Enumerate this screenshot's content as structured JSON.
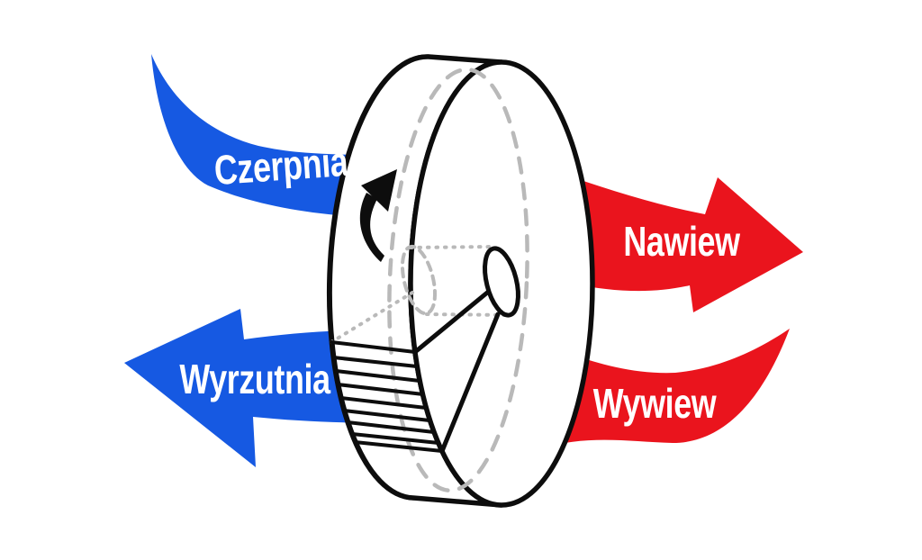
{
  "labels": {
    "czerpnia": "Czerpnia",
    "wyrzutnia": "Wyrzutnia",
    "nawiew": "Nawiew",
    "wywiew": "Wywiew"
  },
  "colors": {
    "blue": "#1659E2",
    "red": "#EA141D",
    "outline": "#0D0D0D",
    "hidden": "#B9B9B9",
    "label": "#FFFFFF"
  },
  "icons": {
    "rotation_arrow": "curved-up-arrow"
  }
}
